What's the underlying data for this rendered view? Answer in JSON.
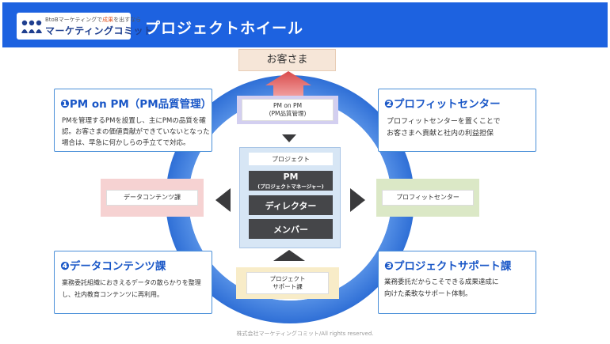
{
  "header": {
    "logo_tagline_prefix": "BtoBマーケティングで",
    "logo_tagline_highlight": "成果",
    "logo_tagline_suffix": "を出すなら",
    "logo_name": "マーケティングコミット",
    "title": "プロジェクトホイール"
  },
  "customer": "お客さま",
  "pm_on_pm_tag": "PM on PM\n(PM品質管理)",
  "center": {
    "project": "プロジェクト",
    "pm": "PM",
    "pm_sub": "(プロジェクトマネージャー)",
    "director": "ディレクター",
    "member": "メンバー"
  },
  "left_tag": "データコンテンツ課",
  "right_tag": "プロフィットセンター",
  "bottom_tag": "プロジェクト\nサポート課",
  "sections": [
    {
      "number": "❶",
      "title": "PM on PM（PM品質管理）",
      "desc": "PMを管理するPMを設置し、主にPMの品質を確\n認。お客さまの価値貢献ができていないとなった\n場合は、早急に何かしらの手立てで対応。"
    },
    {
      "number": "❷",
      "title": "プロフィットセンター",
      "desc": "プロフィットセンターを置くことで\nお客さまへ貢献と社内の利益担保"
    },
    {
      "number": "❸",
      "title": "プロジェクトサポート課",
      "desc": "業務委託だからこそできる成果達成に\n向けた柔軟なサポート体制。"
    },
    {
      "number": "❹",
      "title": "データコンテンツ課",
      "desc": "業務委託組織におきえるデータの散らかりを整理\nし、社内教育コンテンツに再利用。"
    }
  ],
  "footer": "株式会社マーケティングコミット/All rights reserved.",
  "colors": {
    "header_blue": "#1d62e0",
    "ring_blue": "#3c7fe0",
    "title_blue": "#1a57c7",
    "arrow_red": "#e06060",
    "customer_bg": "#f6e6d8",
    "pm_on_pm_bg": "#d3cff0",
    "left_tag_bg": "#f6d2d2",
    "right_tag_bg": "#dbe8c6",
    "bottom_tag_bg": "#f8ecc8"
  }
}
